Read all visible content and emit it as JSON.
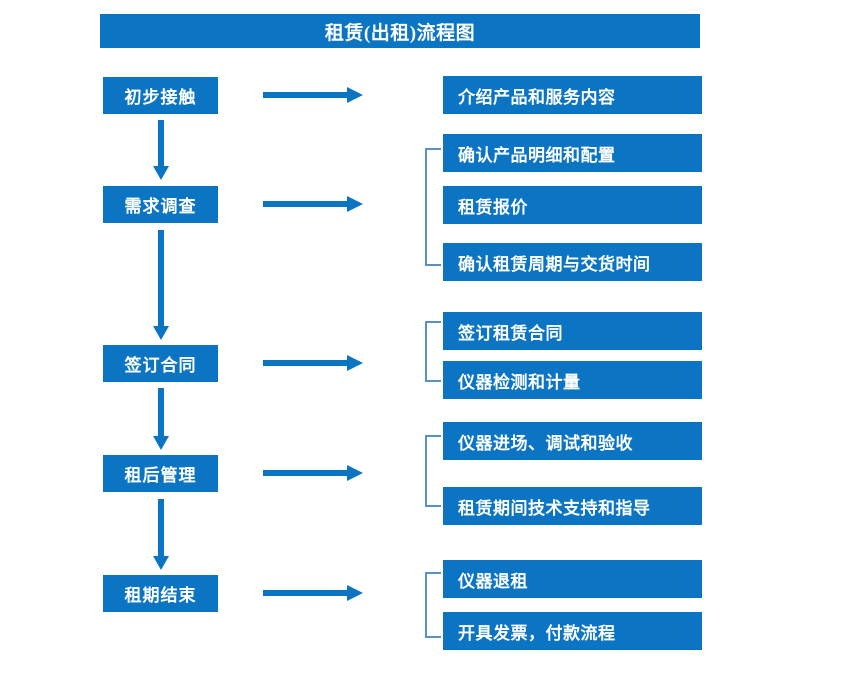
{
  "title": "租赁(出租)流程图",
  "colors": {
    "box_blue": "#0b75c4",
    "bracket_blue": "#5c8fc6",
    "text_white": "#ffffff",
    "background": "#ffffff"
  },
  "stages": [
    {
      "label": "初步接触"
    },
    {
      "label": "需求调查"
    },
    {
      "label": "签订合同"
    },
    {
      "label": "租后管理"
    },
    {
      "label": "租期结束"
    }
  ],
  "task_groups": [
    {
      "stage": "初步接触",
      "bracket": false,
      "tasks": [
        {
          "label": "介绍产品和服务内容"
        }
      ]
    },
    {
      "stage": "需求调查",
      "bracket": true,
      "tasks": [
        {
          "label": "确认产品明细和配置"
        },
        {
          "label": "租赁报价"
        },
        {
          "label": "确认租赁周期与交货时间"
        }
      ]
    },
    {
      "stage": "签订合同",
      "bracket": true,
      "tasks": [
        {
          "label": "签订租赁合同"
        },
        {
          "label": "仪器检测和计量"
        }
      ]
    },
    {
      "stage": "租后管理",
      "bracket": true,
      "tasks": [
        {
          "label": "仪器进场、调试和验收"
        },
        {
          "label": "租赁期间技术支持和指导"
        }
      ]
    },
    {
      "stage": "租期结束",
      "bracket": true,
      "tasks": [
        {
          "label": "仪器退租"
        },
        {
          "label": "开具发票，付款流程"
        }
      ]
    }
  ],
  "connectors": {
    "horizontal_arrow_icon": "right-arrow-icon",
    "vertical_arrow_icon": "down-arrow-icon",
    "bracket_icon": "group-bracket-icon",
    "horizontal_count": 5,
    "vertical_count": 4
  }
}
